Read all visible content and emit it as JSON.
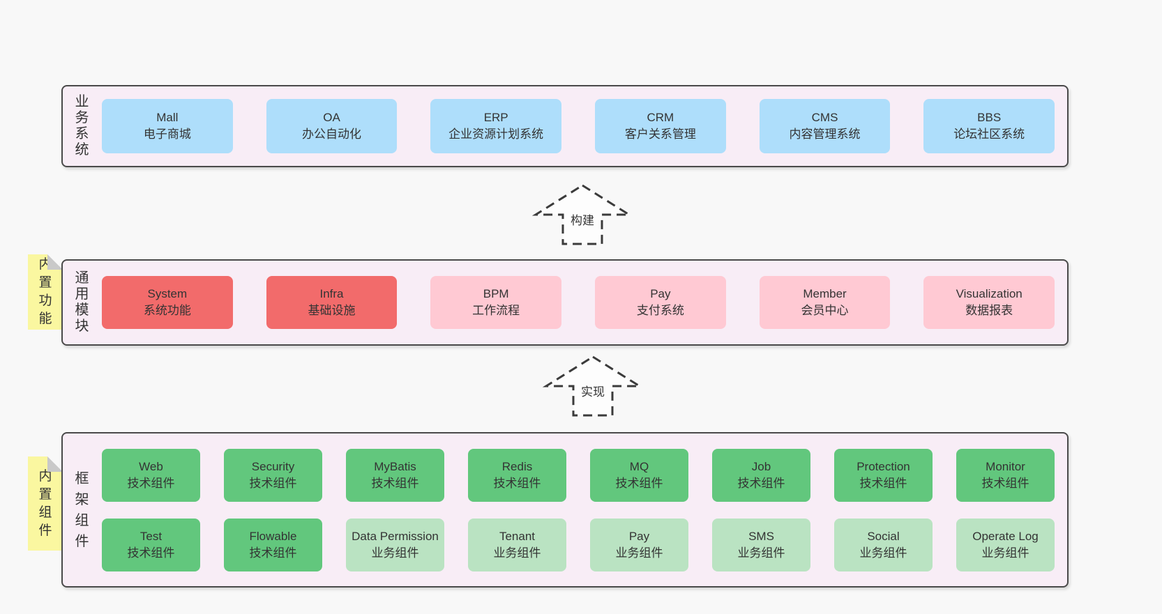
{
  "colors": {
    "page_bg": "#f8f8f8",
    "panel_bg": "#f8edf6",
    "panel_border": "#4a4a4a",
    "blue_box": "#aedefb",
    "red_box": "#f26b6b",
    "pink_box": "#ffc9d3",
    "green_box": "#62c77d",
    "light_green_box": "#bae3c2",
    "sticky_yellow": "#faf7a0",
    "sticky_fold": "#c9c9c9",
    "text": "#333333"
  },
  "layers": {
    "business": {
      "label": "业务系统",
      "boxes": [
        {
          "en": "Mall",
          "cn": "电子商城"
        },
        {
          "en": "OA",
          "cn": "办公自动化"
        },
        {
          "en": "ERP",
          "cn": "企业资源计划系统"
        },
        {
          "en": "CRM",
          "cn": "客户关系管理"
        },
        {
          "en": "CMS",
          "cn": "内容管理系统"
        },
        {
          "en": "BBS",
          "cn": "论坛社区系统"
        }
      ]
    },
    "modules": {
      "label": "通用模块",
      "sticky": "内置功能",
      "boxes": [
        {
          "en": "System",
          "cn": "系统功能"
        },
        {
          "en": "Infra",
          "cn": "基础设施"
        },
        {
          "en": "BPM",
          "cn": "工作流程"
        },
        {
          "en": "Pay",
          "cn": "支付系统"
        },
        {
          "en": "Member",
          "cn": "会员中心"
        },
        {
          "en": "Visualization",
          "cn": "数据报表"
        }
      ]
    },
    "components": {
      "label": "框架组件",
      "sticky": "内置组件",
      "row1": [
        {
          "en": "Web",
          "cn": "技术组件"
        },
        {
          "en": "Security",
          "cn": "技术组件"
        },
        {
          "en": "MyBatis",
          "cn": "技术组件"
        },
        {
          "en": "Redis",
          "cn": "技术组件"
        },
        {
          "en": "MQ",
          "cn": "技术组件"
        },
        {
          "en": "Job",
          "cn": "技术组件"
        },
        {
          "en": "Protection",
          "cn": "技术组件"
        },
        {
          "en": "Monitor",
          "cn": "技术组件"
        }
      ],
      "row2": [
        {
          "en": "Test",
          "cn": "技术组件"
        },
        {
          "en": "Flowable",
          "cn": "技术组件"
        },
        {
          "en": "Data Permission",
          "cn": "业务组件"
        },
        {
          "en": "Tenant",
          "cn": "业务组件"
        },
        {
          "en": "Pay",
          "cn": "业务组件"
        },
        {
          "en": "SMS",
          "cn": "业务组件"
        },
        {
          "en": "Social",
          "cn": "业务组件"
        },
        {
          "en": "Operate Log",
          "cn": "业务组件"
        }
      ]
    }
  },
  "arrows": {
    "build": {
      "label": "构建"
    },
    "implement": {
      "label": "实现"
    }
  }
}
